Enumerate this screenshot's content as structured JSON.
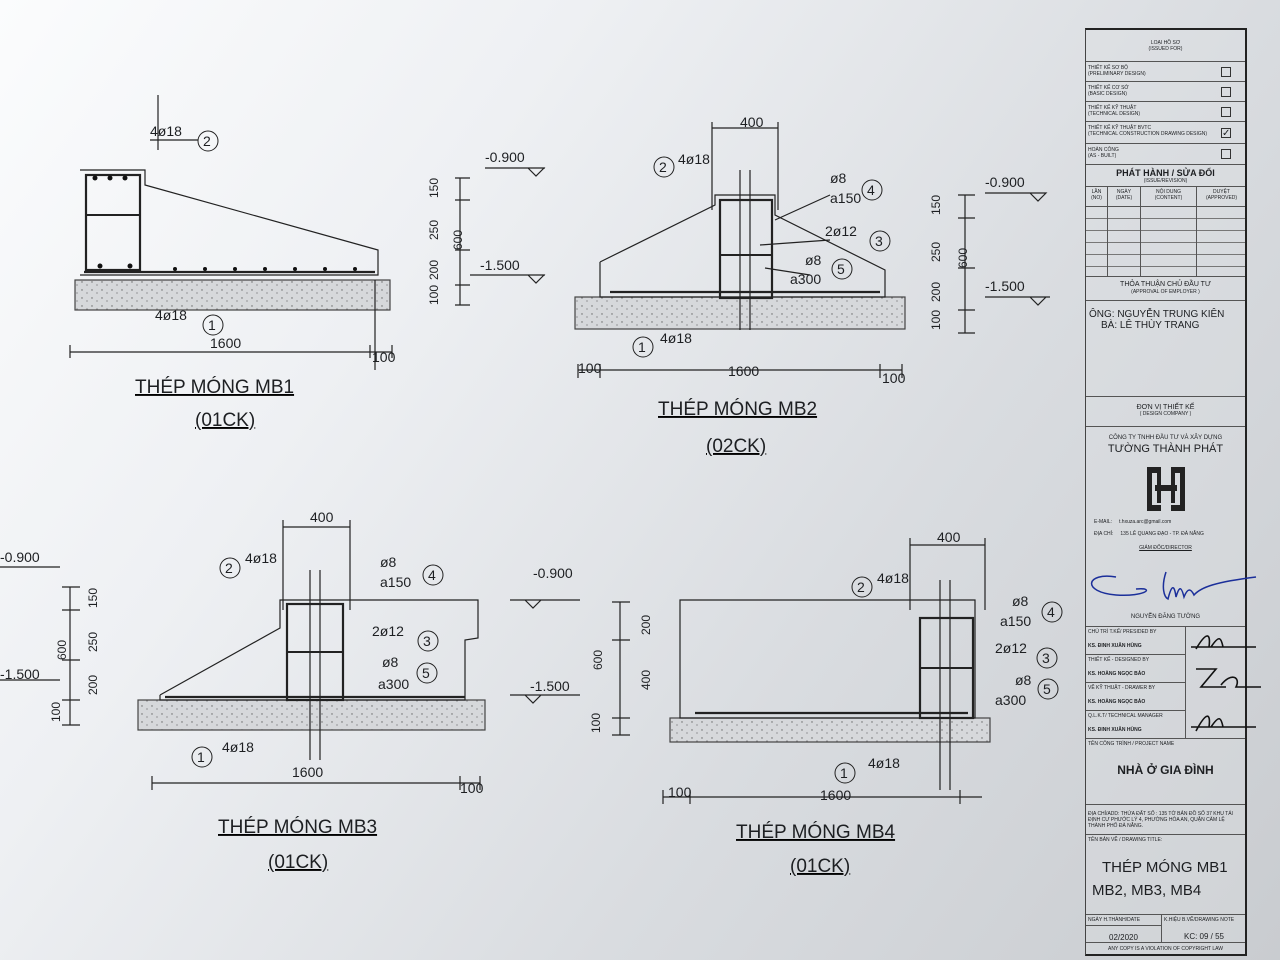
{
  "details": [
    {
      "title": "THÉP MÓNG MB1",
      "count": "(01CK)",
      "bar_top": "4ø18",
      "mark_top": "2",
      "bar_bottom": "4ø18",
      "mark_bottom": "1",
      "width": "1600",
      "edge": "100",
      "levels": [
        "-0.900",
        "-1.500"
      ],
      "dims": [
        "150",
        "250",
        "200",
        "100"
      ],
      "total": "600"
    },
    {
      "title": "THÉP MÓNG MB2",
      "count": "(02CK)",
      "bar_top": "4ø18",
      "mark_top": "2",
      "bar_bottom": "4ø18",
      "mark_bottom": "1",
      "column": "400",
      "stirrup": "ø8",
      "stirrup_spacing": "a150",
      "mark_stirrup": "4",
      "mid_bar": "2ø12",
      "mark_mid": "3",
      "tie": "ø8",
      "tie_spacing": "a300",
      "mark_tie": "5",
      "width": "1600",
      "edge": "100",
      "levels": [
        "-0.900",
        "-1.500"
      ],
      "dims": [
        "150",
        "250",
        "200",
        "100"
      ],
      "total": "600"
    },
    {
      "title": "THÉP MÓNG MB3",
      "count": "(01CK)",
      "bar_top": "4ø18",
      "mark_top": "2",
      "bar_bottom": "4ø18",
      "mark_bottom": "1",
      "column": "400",
      "stirrup": "ø8",
      "stirrup_spacing": "a150",
      "mark_stirrup": "4",
      "mid_bar": "2ø12",
      "mark_mid": "3",
      "tie": "ø8",
      "tie_spacing": "a300",
      "mark_tie": "5",
      "width": "1600",
      "edge": "100",
      "levels": [
        "-0.900",
        "-1.500"
      ],
      "dims": [
        "150",
        "250",
        "200",
        "100"
      ],
      "total": "600"
    },
    {
      "title": "THÉP MÓNG MB4",
      "count": "(01CK)",
      "bar_top": "4ø18",
      "mark_top": "2",
      "bar_bottom": "4ø18",
      "mark_bottom": "1",
      "column": "400",
      "stirrup": "ø8",
      "stirrup_spacing": "a150",
      "mark_stirrup": "4",
      "mid_bar": "2ø12",
      "mark_mid": "3",
      "tie": "ø8",
      "tie_spacing": "a300",
      "mark_tie": "5",
      "width": "1600",
      "edge": "100",
      "levels": [
        "-0.900",
        "-1.500"
      ],
      "dims": [
        "200",
        "400",
        "100"
      ],
      "total": "600"
    }
  ],
  "title_block": {
    "issued_for": "LOẠI HỒ SƠ",
    "issued_for_en": "(ISSUED FOR)",
    "options": [
      {
        "vi": "THIẾT KẾ SƠ BỘ",
        "en": "(PRELIMINARY DESIGN)",
        "checked": false
      },
      {
        "vi": "THIẾT KẾ CƠ SỞ",
        "en": "(BASIC DESIGN)",
        "checked": false
      },
      {
        "vi": "THIẾT KẾ KỸ THUẬT",
        "en": "(TECHNICAL DESIGN)",
        "checked": false
      },
      {
        "vi": "THIẾT KẾ KỸ THUẬT BVTC",
        "en": "(TECHNICAL CONSTRUCTION DRAWING DESIGN)",
        "checked": true
      },
      {
        "vi": "HOÀN CÔNG",
        "en": "(AS - BUILT)",
        "checked": false
      }
    ],
    "check_mark": "✓",
    "revision": "PHÁT HÀNH / SỬA ĐỔI",
    "revision_en": "(ISSUE/REVISION)",
    "rev_cols": [
      {
        "vi": "LẦN",
        "en": "(NO)"
      },
      {
        "vi": "NGÀY",
        "en": "(DATE)"
      },
      {
        "vi": "NỘI DUNG",
        "en": "(CONTENT)"
      },
      {
        "vi": "DUYỆT",
        "en": "(APPROVED)"
      }
    ],
    "approval": "THỎA THUẬN CHỦ ĐẦU TƯ",
    "approval_en": "(APPROVAL OF EMPLOYER )",
    "owner1": "ÔNG: NGUYỄN TRUNG KIÊN",
    "owner2": "BÀ: LÊ THÙY TRANG",
    "design_company": "ĐƠN VỊ THIẾT KẾ",
    "design_company_en": "( DESIGN COMPANY )",
    "company_line1": "CÔNG TY TNHH ĐẦU TƯ VÀ XÂY DỰNG",
    "company_name": "TƯỜNG THÀNH PHÁT",
    "email_label": "E-MAIL:",
    "email": "t.hxuza.arc@gmail.com",
    "address_label": "ĐỊA CHỈ:",
    "address": "135 LÊ QUANG ĐẠO - TP. ĐÀ NẴNG",
    "director_label": "GIÁM ĐỐC/DIRECTOR",
    "director": "NGUYỄN ĐĂNG TƯỜNG",
    "staff": [
      {
        "role": "CHỦ TRÌ T.KẾ/ PRESIDED BY",
        "name": "KS. ĐINH XUÂN HÙNG"
      },
      {
        "role": "THIẾT KẾ - DESIGNED BY",
        "name": "KS. HOÀNG NGỌC BẢO"
      },
      {
        "role": "VẼ KỸ THUẬT - DRAWER BY",
        "name": "KS. HOÀNG NGỌC BẢO"
      },
      {
        "role": "Q.L.K.T/ TECHNICAL MANAGER",
        "name": "KS. ĐINH XUÂN HÙNG"
      }
    ],
    "project_label": "TÊN CÔNG TRÌNH / PROJECT NAME",
    "project": "NHÀ Ở GIA ĐÌNH",
    "site_label": "ĐỊA CHỈ/ADD:",
    "site": "THỬA ĐẤT SỐ : 135 TỜ BẢN ĐỒ SỐ 37 KHU TÁI ĐỊNH CƯ PHƯỚC LÝ 4, PHƯỜNG HÒA AN, QUẬN CẨM LỆ THÀNH PHỐ ĐÀ NẴNG.",
    "drawing_label": "TÊN BẢN VẼ / DRAWING TITLE:",
    "drawing_title1": "THÉP MÓNG MB1",
    "drawing_title2": "MB2, MB3, MB4",
    "date_label": "NGÀY H.THÀNH/DATE",
    "date": "02/2020",
    "note_label": "K.HIỆU B.VẼ/DRAWING NOTE",
    "note": "KC: 09 / 55",
    "copyright": "ANY COPY IS A VIOLATION OF COPYRIGHT LAW"
  }
}
